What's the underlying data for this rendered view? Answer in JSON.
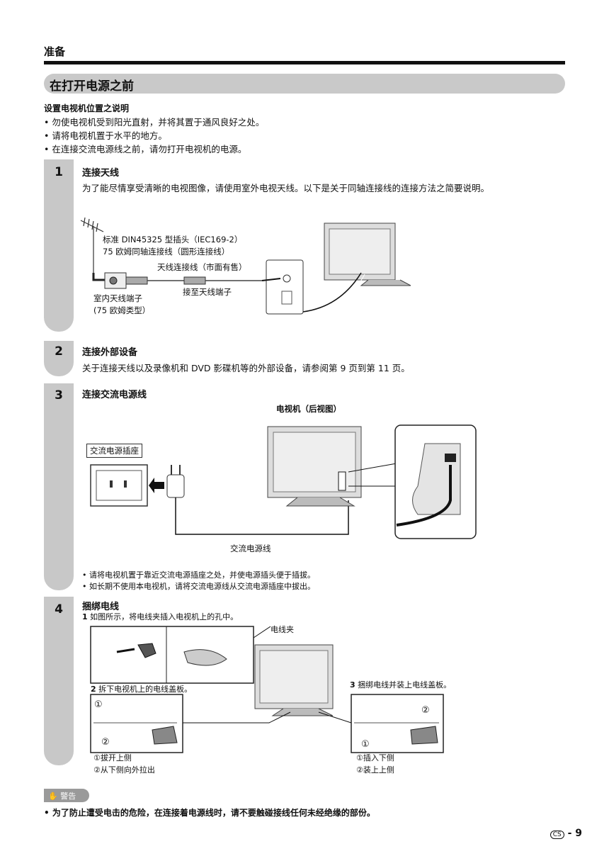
{
  "header": {
    "chapter": "准备",
    "section_title": "在打开电源之前"
  },
  "intro": {
    "heading": "设置电视机位置之说明",
    "bullets": [
      "• 勿使电视机受到阳光直射，并将其置于通风良好之处。",
      "• 请将电视机置于水平的地方。",
      "• 在连接交流电源线之前，请勿打开电视机的电源。"
    ]
  },
  "step1": {
    "num": "1",
    "title": "连接天线",
    "text": "为了能尽情享受清晰的电视图像，请使用室外电视天线。以下是关于同轴连接线的连接方法之简要说明。",
    "label_plug": "标准 DIN45325 型插头（IEC169-2）",
    "label_cable": "75 欧姆同轴连接线（圆形连接线）",
    "label_antenna_cable": "天线连接线（市面有售）",
    "label_to_terminal": "接至天线端子",
    "label_indoor_1": "室内天线端子",
    "label_indoor_2": "(75 欧姆类型）"
  },
  "step2": {
    "num": "2",
    "title": "连接外部设备",
    "text": "关于连接天线以及录像机和 DVD 影碟机等的外部设备，请参阅第 9 页到第 11 页。"
  },
  "step3": {
    "num": "3",
    "title": "连接交流电源线",
    "tv_label": "电视机（后视图）",
    "socket_label": "交流电源插座",
    "cord_label": "交流电源线",
    "bullets": [
      "•  请将电视机置于靠近交流电源插座之处，并使电源插头便于插拔。",
      "•  如长期不使用本电视机，请将交流电源线从交流电源插座中拔出。"
    ]
  },
  "step4": {
    "num": "4",
    "title": "捆绑电线",
    "sub1_num": "1",
    "sub1_text": " 如图所示，将电线夹插入电视机上的孔中。",
    "clamp_label": "电线夹",
    "sub2_num": "2",
    "sub2_text": " 拆下电视机上的电线盖板。",
    "sub3_num": "3",
    "sub3_text": " 捆绑电线并装上电线盖板。",
    "left_notes": [
      "①拔开上侧",
      "②从下侧向外拉出"
    ],
    "right_notes": [
      "①插入下侧",
      "②装上上侧"
    ],
    "marker1": "①",
    "marker2": "②"
  },
  "warning": {
    "label": "警告",
    "text": "•  为了防止遭受电击的危险，在连接着电源线时，请不要触碰接线任何未经绝缘的部份。"
  },
  "footer": {
    "lang_badge": "CS",
    "page": "- 9"
  }
}
